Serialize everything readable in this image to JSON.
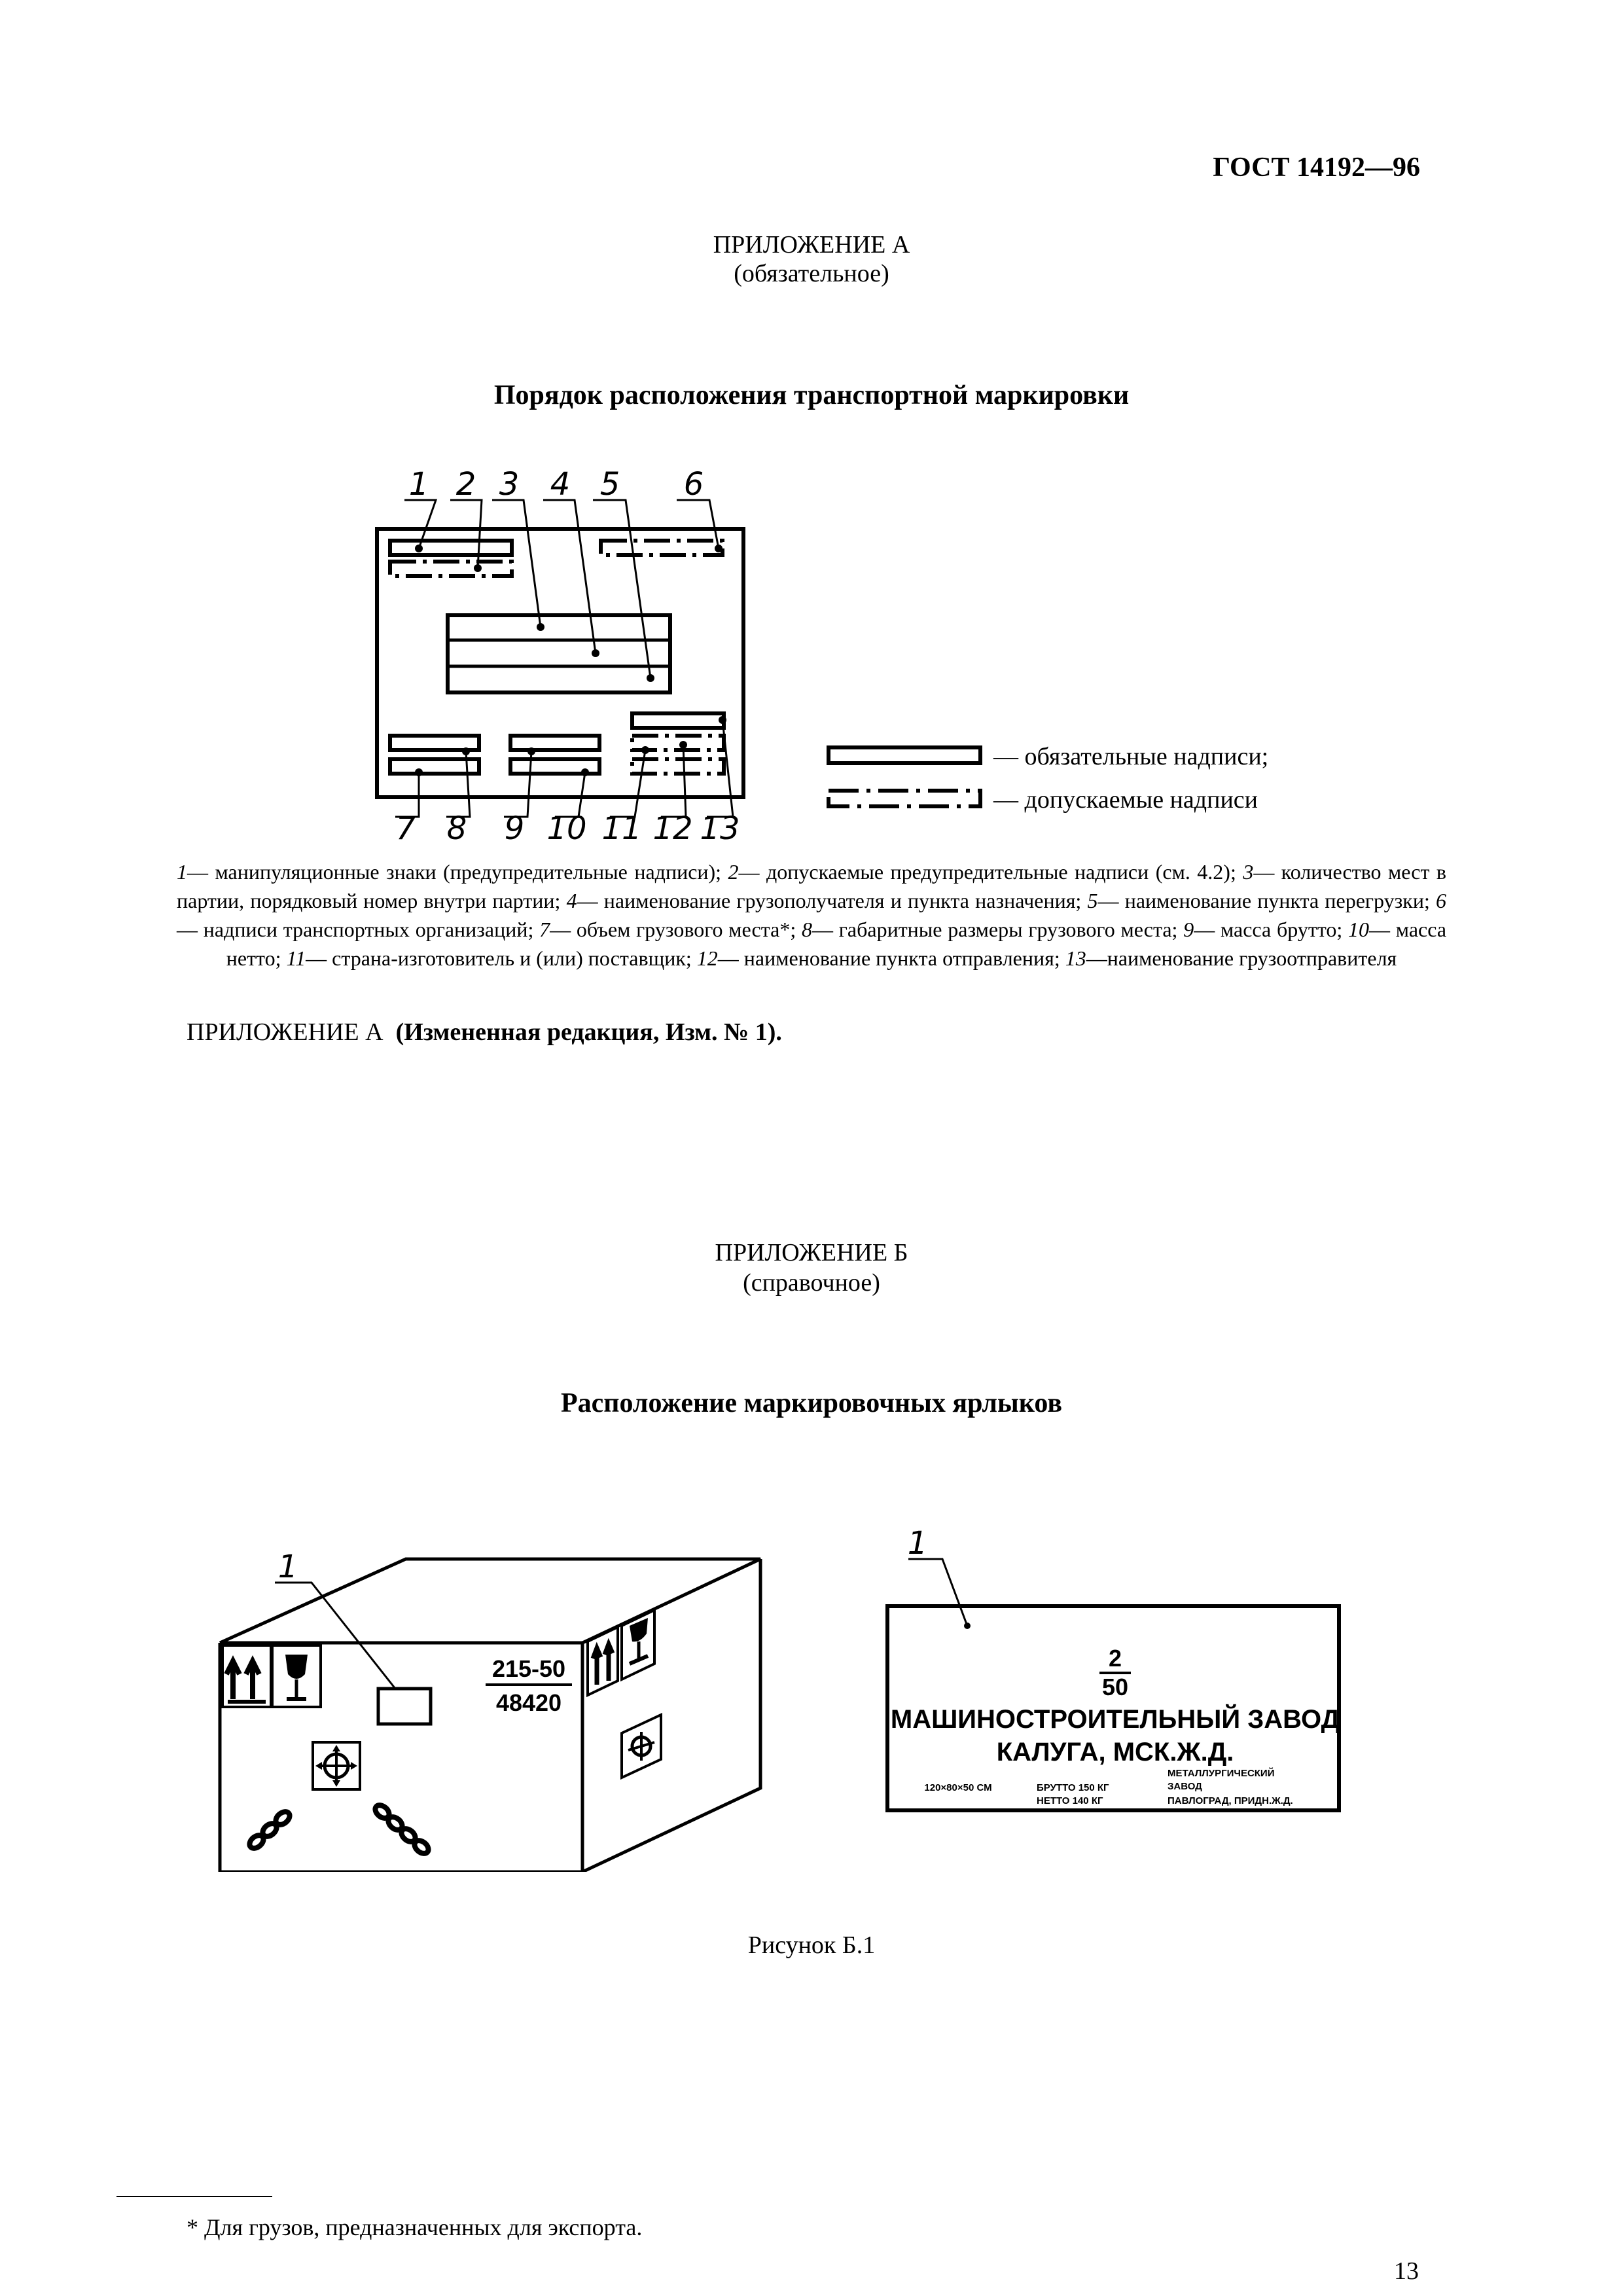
{
  "header": {
    "standard": "ГОСТ 14192—96"
  },
  "appendix_a": {
    "title": "ПРИЛОЖЕНИЕ А",
    "status": "(обязательное)",
    "heading": "Порядок расположения транспортной маркировки",
    "callout_numbers": [
      "1",
      "2",
      "3",
      "4",
      "5",
      "6",
      "7",
      "8",
      "9",
      "10",
      "11",
      "12",
      "13"
    ],
    "legend_mandatory": "— обязательные надписи;",
    "legend_allowed": "— допускаемые надписи",
    "legend_items": [
      {
        "n": "1",
        "text": "— манипуляционные знаки (предупредительные надписи); "
      },
      {
        "n": "2",
        "text": "— допускаемые предупредительные надписи (см. 4.2); "
      },
      {
        "n": "3",
        "text": "— количество мест в партии, порядковый номер внутри партии; "
      },
      {
        "n": "4",
        "text": "— наименование грузополучателя и пункта назначения; "
      },
      {
        "n": "5",
        "text": "— наименование пункта перегрузки; "
      },
      {
        "n": "6",
        "text": "— надписи транспортных организаций; "
      },
      {
        "n": "7",
        "text": "— объем грузового места*; "
      },
      {
        "n": "8",
        "text": "— габаритные размеры грузового места; "
      },
      {
        "n": "9",
        "text": "— масса брутто; "
      },
      {
        "n": "10",
        "text": "— масса нетто; "
      },
      {
        "n": "11",
        "text": "— страна-изготовитель и (или) поставщик; "
      },
      {
        "n": "12",
        "text": "— наименование пункта отправления; "
      },
      {
        "n": "13",
        "text": "—наименование грузоотправителя"
      }
    ],
    "amendment_prefix": "ПРИЛОЖЕНИЕ А",
    "amendment_bold": "(Измененная редакция, Изм. № 1)."
  },
  "appendix_b": {
    "title": "ПРИЛОЖЕНИЕ Б",
    "status": "(справочное)",
    "heading": "Расположение маркировочных ярлыков",
    "box_callout": "1",
    "box_code_top": "215-50",
    "box_code_bottom": "48420",
    "label_callout": "1",
    "label_fraction_top": "2",
    "label_fraction_bottom": "50",
    "label_line1": "МАШИНОСТРОИТЕЛЬНЫЙ ЗАВОД",
    "label_line2": "КАЛУГА, МСК.Ж.Д.",
    "label_dims": "120×80×50 СМ",
    "label_gross": "БРУТТО 150 КГ",
    "label_net": "НЕТТО 140 КГ",
    "label_sender1": "МЕТАЛЛУРГИЧЕСКИЙ",
    "label_sender2": "ЗАВОД",
    "label_sender3": "ПАВЛОГРАД, ПРИДН.Ж.Д.",
    "figure_caption": "Рисунок Б.1"
  },
  "footnote": "*  Для грузов, предназначенных для экспорта.",
  "page_number": "13"
}
